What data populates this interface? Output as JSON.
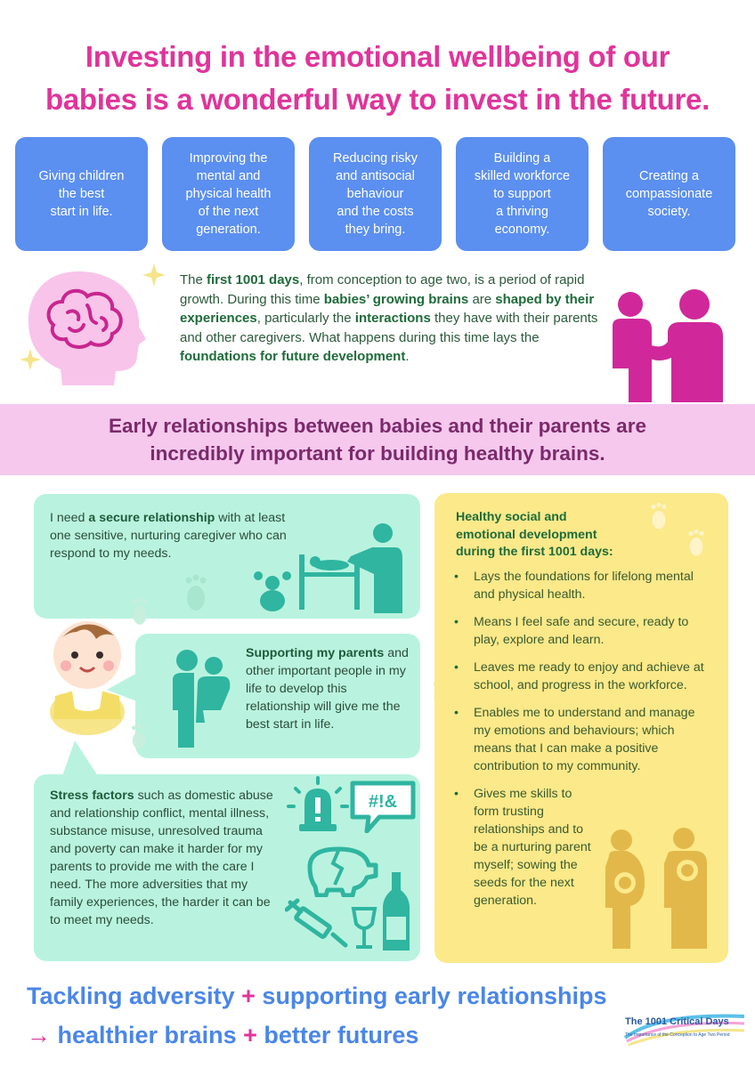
{
  "title": {
    "line1": "Investing in the emotional wellbeing of our",
    "line2": "babies is a wonderful way to invest in the future."
  },
  "benefits": [
    {
      "l1": "Giving children",
      "l2": "the best",
      "l3": "start in life."
    },
    {
      "l1": "Improving the",
      "l2": "mental and",
      "l3": "physical health",
      "l4": "of the next",
      "l5": "generation."
    },
    {
      "l1": "Reducing risky",
      "l2": "and antisocial",
      "l3": "behaviour",
      "l4": "and the costs",
      "l5": "they bring."
    },
    {
      "l1": "Building a",
      "l2": "skilled workforce",
      "l3": "to support",
      "l4": "a thriving",
      "l5": "economy."
    },
    {
      "l1": "Creating a",
      "l2": "compassionate",
      "l3": "society."
    }
  ],
  "intro": {
    "t1": "The ",
    "b1": "first 1001 days",
    "t2": ", from conception to age two, is a period of rapid growth. During this time ",
    "b2": "babies’ growing brains",
    "t3": " are  ",
    "b3": "shaped by their experiences",
    "t4": ", particularly the ",
    "b4": "interactions",
    "t5": " they have with their parents and other caregivers. What happens during this time lays the ",
    "b5": "foundations for future development",
    "t6": "."
  },
  "band": {
    "line1": "Early relationships between babies and their parents are",
    "line2": "incredibly important for building healthy brains."
  },
  "box1": {
    "t1": "I need ",
    "b1": "a secure relationship",
    "t2": " with at least one sensitive, nurturing caregiver who can respond to my needs."
  },
  "box2": {
    "b1": "Supporting my parents",
    "t1": " and other important people in my life to develop this relationship will give me the best start in life."
  },
  "box3": {
    "b1": "Stress factors",
    "t1": " such as domestic abuse and relationship conflict, mental illness, substance misuse, unresolved trauma and poverty can make it harder for my parents to provide me with the care I need. The more adversities that my family experiences, the harder it can be to meet my needs."
  },
  "speech_symbols": "#!&",
  "yellow": {
    "heading_l1": "Healthy social and",
    "heading_l2": "emotional development",
    "heading_l3": "during the first 1001 days:",
    "items": [
      "Lays the foundations for lifelong mental and physical health.",
      "Means I feel safe and secure, ready to play, explore and learn.",
      "Leaves me ready to enjoy and achieve at school, and progress in the workforce.",
      "Enables me to understand and manage my emotions and behaviours; which means that I can make a positive contribution to my community.",
      "Gives me skills to form trusting relationships and to be a nurturing parent myself; sowing the seeds for the next generation."
    ]
  },
  "bottom": {
    "p1": "Tackling adversity",
    "plus": "+",
    "p2": "supporting early relationships",
    "arrow": "→",
    "p3": "healthier brains",
    "p4": "better futures"
  },
  "logo": {
    "name": "The 1001 Critical Days",
    "tagline": "The Importance of the Conception to Age Two Period"
  },
  "colors": {
    "pink": "#e0349a",
    "blue": "#5b8ff0",
    "mint": "#b9f3df",
    "teal": "#2fb5a0",
    "yellow": "#fbe98a",
    "band": "#f6c8ee",
    "magenta_icon": "#d0289a",
    "gold_icon": "#e3b84a"
  },
  "icons": [
    "brain-head-icon",
    "sparkle-icon",
    "parent-child-icon",
    "baby-icon",
    "bear-icon",
    "changing-table-icon",
    "parent-holding-baby-icon",
    "alarm-icon",
    "speech-bubble-icon",
    "broken-piggy-bank-icon",
    "syringe-icon",
    "wine-glass-icon",
    "bottle-icon",
    "pregnant-woman-icon",
    "parent-with-baby-icon",
    "footprint-icon"
  ]
}
